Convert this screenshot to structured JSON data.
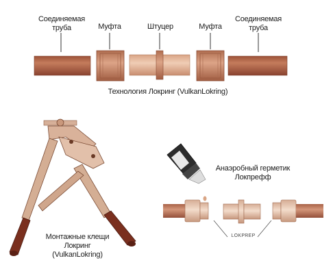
{
  "labels": {
    "pipe_left_l1": "Соединяемая",
    "pipe_left_l2": "труба",
    "coupling_left": "Муфта",
    "fitting": "Штуцер",
    "coupling_right": "Муфта",
    "pipe_right_l1": "Соединяемая",
    "pipe_right_l2": "труба",
    "technology_caption": "Технология Локринг (VulkanLokring)",
    "sealant_l1": "Анаэробный герметик",
    "sealant_l2": "Локпрефф",
    "tool_l1": "Монтажные клещи",
    "tool_l2": "Локринг",
    "tool_l3": "(VulkanLokring)",
    "bottle_mark": "LOKPREP"
  },
  "colors": {
    "pipe": "#b8694a",
    "pipe_dark": "#8c4a33",
    "coupling": "#c98a6a",
    "fitting": "#e3b89a",
    "handle": "#7a2f1e",
    "jaw": "#c9987c",
    "bottle_cap": "#2a2a2a",
    "bottle_body": "#3c3c3c"
  }
}
